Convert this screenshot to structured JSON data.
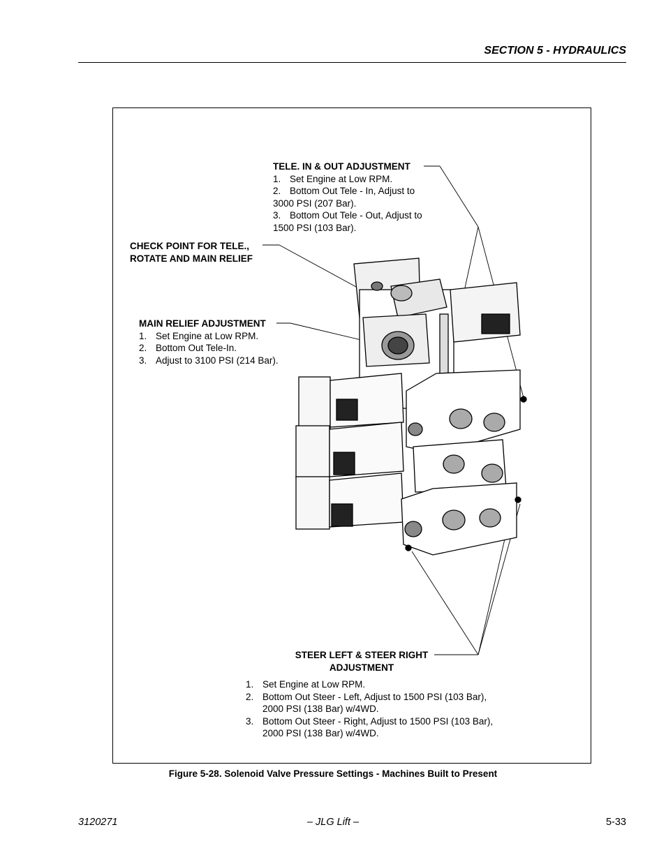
{
  "header": {
    "section_title": "SECTION 5 - HYDRAULICS"
  },
  "figure": {
    "tele_adjust": {
      "heading": "TELE. IN & OUT ADJUSTMENT",
      "steps": [
        {
          "num": "1.",
          "text": "Set Engine at Low RPM."
        },
        {
          "num": "2.",
          "text": "Bottom Out Tele - In, Adjust to"
        },
        {
          "num": "",
          "text": "3000 PSI (207 Bar)."
        },
        {
          "num": "3.",
          "text": "Bottom Out Tele - Out, Adjust to"
        },
        {
          "num": "",
          "text": "1500 PSI (103 Bar)."
        }
      ]
    },
    "check_point": {
      "line1": "CHECK POINT FOR TELE.,",
      "line2": "ROTATE AND MAIN RELIEF"
    },
    "main_relief": {
      "heading": "MAIN RELIEF ADJUSTMENT",
      "steps": [
        {
          "num": "1.",
          "text": "Set Engine at Low RPM."
        },
        {
          "num": "2.",
          "text": "Bottom Out Tele-In."
        },
        {
          "num": "3.",
          "text": "Adjust to 3100 PSI (214 Bar)."
        }
      ]
    },
    "steer_adjust": {
      "heading_line1": "STEER LEFT & STEER RIGHT",
      "heading_line2": "ADJUSTMENT",
      "steps": [
        {
          "num": "1.",
          "text": "Set Engine at Low RPM."
        },
        {
          "num": "2.",
          "text": "Bottom Out Steer - Left, Adjust to 1500 PSI (103 Bar),"
        },
        {
          "num": "",
          "text": "2000 PSI (138 Bar) w/4WD."
        },
        {
          "num": "3.",
          "text": "Bottom Out Steer - Right, Adjust to 1500 PSI (103 Bar),"
        },
        {
          "num": "",
          "text": "2000 PSI (138 Bar) w/4WD."
        }
      ]
    },
    "caption": "Figure 5-28.  Solenoid Valve Pressure Settings - Machines Built to Present"
  },
  "footer": {
    "doc_number": "3120271",
    "center": "– JLG Lift –",
    "page": "5-33"
  }
}
